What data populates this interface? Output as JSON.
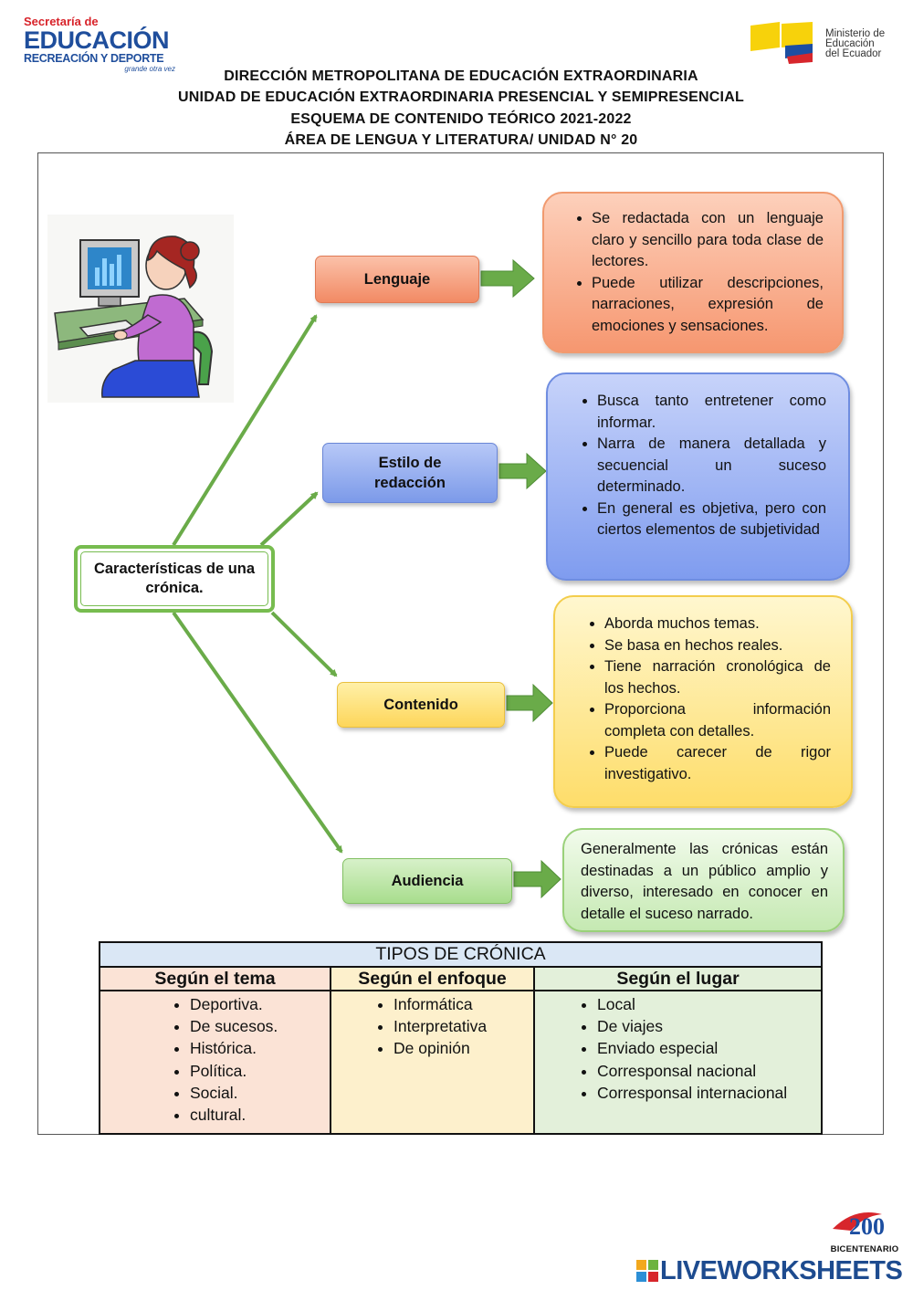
{
  "header": {
    "logo_left": {
      "line1": "Secretaría de",
      "line2": "EDUCACIÓN",
      "line3": "RECREACIÓN Y DEPORTE",
      "tagline": "grande otra vez"
    },
    "logo_right": {
      "line1": "Ministerio de",
      "line2": "Educación",
      "line3": "del Ecuador"
    },
    "titles": [
      "DIRECCIÓN METROPOLITANA DE EDUCACIÓN EXTRAORDINARIA",
      "UNIDAD DE EDUCACIÓN EXTRAORDINARIA PRESENCIAL Y SEMIPRESENCIAL",
      "ESQUEMA DE CONTENIDO TEÓRICO 2021-2022",
      "ÁREA DE LENGUA Y LITERATURA/ UNIDAD N° 20"
    ]
  },
  "diagram": {
    "center": "Características de una crónica.",
    "branches": [
      {
        "label": "Lenguaje",
        "items": [
          "Se redactada con un lenguaje claro y sencillo para toda clase de lectores.",
          "Puede utilizar descripciones, narraciones, expresión de emociones y sensaciones."
        ]
      },
      {
        "label": "Estilo de redacción",
        "items": [
          "Busca tanto entretener como informar.",
          "Narra de manera detallada y secuencial un suceso determinado.",
          "En general es objetiva, pero con ciertos elementos de subjetividad"
        ]
      },
      {
        "label": "Contenido",
        "items": [
          "Aborda muchos temas.",
          "Se basa en hechos reales.",
          "Tiene narración cronológica de los hechos.",
          "Proporciona información completa con detalles.",
          "Puede carecer de rigor investigativo."
        ]
      },
      {
        "label": "Audiencia",
        "text": "Generalmente las crónicas están destinadas a un público amplio y diverso, interesado en conocer en detalle el suceso narrado."
      }
    ]
  },
  "table": {
    "title": "TIPOS DE CRÓNICA",
    "columns": [
      {
        "header": "Según el tema",
        "items": [
          "Deportiva.",
          "De sucesos.",
          "Histórica.",
          "Política.",
          "Social.",
          "cultural."
        ]
      },
      {
        "header": "Según el enfoque",
        "items": [
          "Informática",
          "Interpretativa",
          "De opinión"
        ]
      },
      {
        "header": "Según el lugar",
        "items": [
          "Local",
          "De viajes",
          "Enviado especial",
          "Corresponsal nacional",
          "Corresponsal internacional"
        ]
      }
    ]
  },
  "footer": {
    "bicentenario": "BICENTENARIO",
    "brand": "LIVEWORKSHEETS"
  },
  "colors": {
    "arrow_green": "#6aab49",
    "lenguaje": "#f28a64",
    "estilo": "#7c9ae9",
    "contenido": "#fdd65a",
    "audiencia": "#a8dd8d",
    "brand_blue": "#1f4e9c"
  }
}
